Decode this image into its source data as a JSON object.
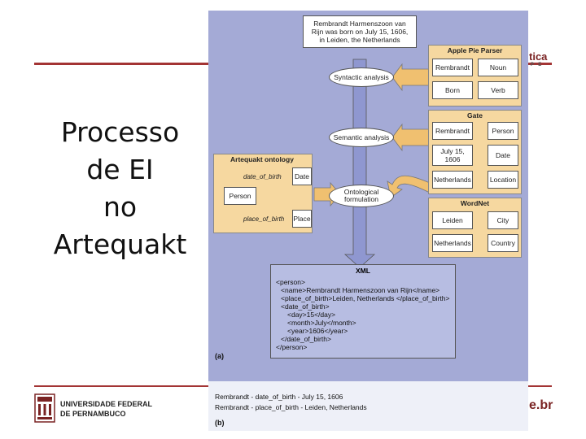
{
  "slide": {
    "title_lines": [
      "Processo",
      "de EI",
      "no",
      "Artequakt"
    ],
    "brand_top": "tica",
    "brand_top_sub": "P · E",
    "brand_bottom": "e.br"
  },
  "logo": {
    "line1": "UNIVERSIDADE FEDERAL",
    "line2": "DE PERNAMBUCO"
  },
  "figure": {
    "input_text": "Rembrandt Harmenszoon van Rijn was born on July 15, 1606, in Leiden, the Netherlands",
    "stages": {
      "syntactic": "Syntactic analysis",
      "semantic": "Semantic analysis",
      "ontological": "Ontological formulation"
    },
    "apple_pie": {
      "title": "Apple Pie Parser",
      "cells": [
        "Rembrandt",
        "Noun",
        "Born",
        "Verb"
      ]
    },
    "gate": {
      "title": "Gate",
      "cells": [
        "Rembrandt",
        "Person",
        "July 15, 1606",
        "Date",
        "Netherlands",
        "Location"
      ]
    },
    "wordnet": {
      "title": "WordNet",
      "cells": [
        "Leiden",
        "City",
        "Netherlands",
        "Country"
      ]
    },
    "ontology": {
      "title": "Artequakt ontology",
      "person": "Person",
      "relation1": "date_of_birth",
      "target1": "Date",
      "relation2": "place_of_birth",
      "target2": "Place"
    },
    "xml": {
      "title": "XML",
      "lines": [
        "<person>",
        "<name>Rembrandt Harmenszoon van Rijn</name>",
        "<place_of_birth>Leiden, Netherlands </place_of_birth>",
        "<date_of_birth>",
        "<day>15</day>",
        "<month>July</month>",
        "<year>1606</year>",
        "</date_of_birth>",
        "</person>"
      ]
    },
    "label_a": "(a)",
    "summary": [
      "Rembrandt - date_of_birth - July 15, 1606",
      "Rembrandt - place_of_birth - Leiden, Netherlands"
    ],
    "label_b": "(b)"
  },
  "colors": {
    "figure_bg": "#a4aad6",
    "panel": "#f6d8a0",
    "arrow": "#f0c070",
    "flow": "#8f97d0",
    "accent_rule": "#a33434"
  }
}
